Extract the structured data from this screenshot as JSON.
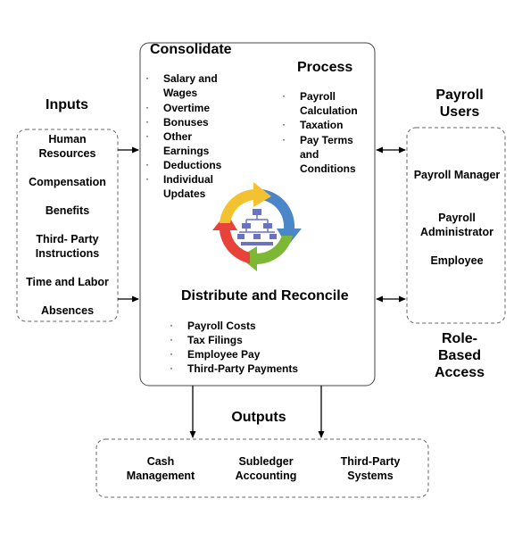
{
  "inputs": {
    "title": "Inputs",
    "items": [
      "Human Resources",
      "Compensation",
      "Benefits",
      "Third- Party Instructions",
      "Time and Labor",
      "Absences"
    ]
  },
  "consolidate": {
    "title": "Consolidate",
    "items": [
      "Salary and Wages",
      "Overtime",
      "Bonuses",
      "Other Earnings",
      "Deductions",
      "Individual Updates"
    ]
  },
  "process": {
    "title": "Process",
    "items": [
      "Payroll Calculation",
      "Taxation",
      "Pay Terms and Conditions"
    ]
  },
  "distribute": {
    "title": "Distribute and Reconcile",
    "items": [
      "Payroll Costs",
      "Tax Filings",
      "Employee Pay",
      "Third-Party Payments"
    ]
  },
  "users": {
    "title": "Payroll Users",
    "items": [
      "Payroll Manager",
      "Payroll Administrator",
      "Employee"
    ],
    "access_label": "Role-Based Access"
  },
  "outputs": {
    "title": "Outputs",
    "items": [
      "Cash Management",
      "Subledger Accounting",
      "Third-Party Systems"
    ]
  },
  "bullet": "·",
  "cycle_colors": {
    "blue": "#4a86c8",
    "green": "#7cb833",
    "red": "#e8433a",
    "yellow": "#f2c230",
    "org_chart": "#6b72c0"
  }
}
